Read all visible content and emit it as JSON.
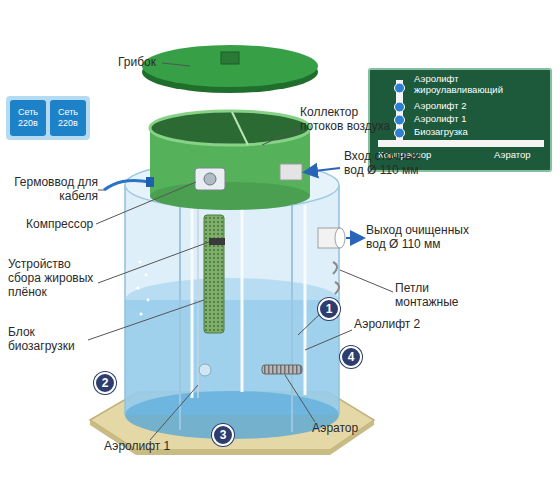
{
  "diagram": {
    "nodes": [
      {
        "text": [
          "Сеть 220в"
        ]
      },
      {
        "text": [
          "Сеть 220в"
        ]
      },
      {
        "text": [
          "Аэролифт жироулавливающий",
          "Аэролифт 2",
          "Аэролифт 1",
          "Биозагрузка",
          "Компрессор",
          "Аэратор"
        ]
      },
      {
        "text": [
          "1"
        ]
      },
      {
        "text": [
          "2"
        ]
      },
      {
        "text": [
          "3"
        ]
      },
      {
        "text": [
          "4"
        ]
      }
    ],
    "labels": [
      "Грибок",
      "Коллектор потоков воздуха",
      "Вход сточных вод Ø 110 мм",
      "Гермоввод для кабеля",
      "Компрессор",
      "Выход очищенных вод Ø 110 мм",
      "Устройство сбора жировых плёнок",
      "Петли монтажные",
      "Блок биозагрузки",
      "Аэролифт 2",
      "Аэролифт 1",
      "Аэратор"
    ]
  }
}
